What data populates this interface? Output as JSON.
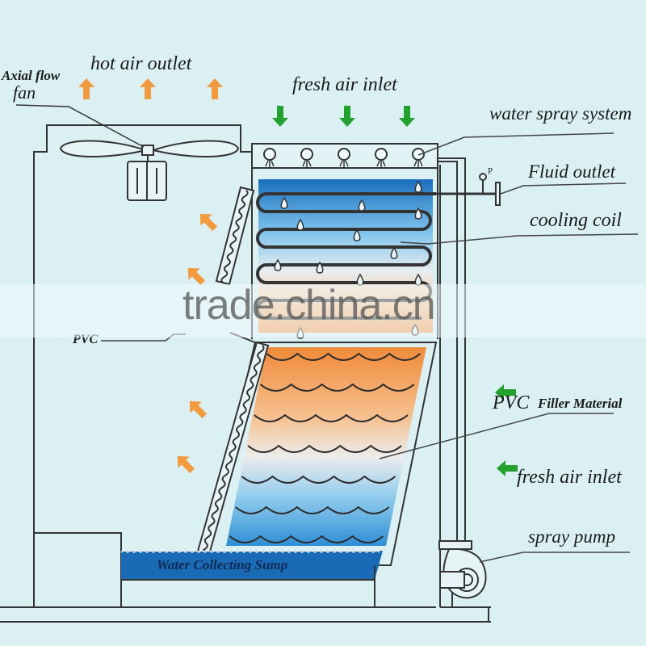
{
  "diagram": {
    "title": "Closed circuit cooling tower schematic",
    "labels": {
      "axial_fan_line1": "Axial flow",
      "axial_fan_line2": "fan",
      "hot_air_outlet": "hot air outlet",
      "fresh_air_inlet_top": "fresh air inlet",
      "water_spray_system": "water spray system",
      "fluid_outlet": "Fluid outlet",
      "pressure_gauge": "P",
      "cooling_coil": "cooling coil",
      "pvc_left": "PVC",
      "pvc_filler_prefix": "PVC",
      "filler_material": "Filler Material",
      "fresh_air_inlet_side": "fresh air inlet",
      "spray_pump": "spray pump",
      "water_collecting_sump": "Water Collecting Sump"
    },
    "watermark": "trade.china.cn",
    "colors": {
      "background": "#daf0f3",
      "hot_arrow": "#f39a3d",
      "fresh_arrow": "#22a12c",
      "water_blue": "#1a6fbd",
      "hot_orange": "#f08a3a",
      "line": "#333333"
    },
    "arrows": {
      "hot_air_up_count": 3,
      "fresh_air_down_count": 3,
      "hot_air_diagonal_count": 4,
      "fresh_air_side_count": 2
    },
    "spray_nozzle_count": 5
  }
}
